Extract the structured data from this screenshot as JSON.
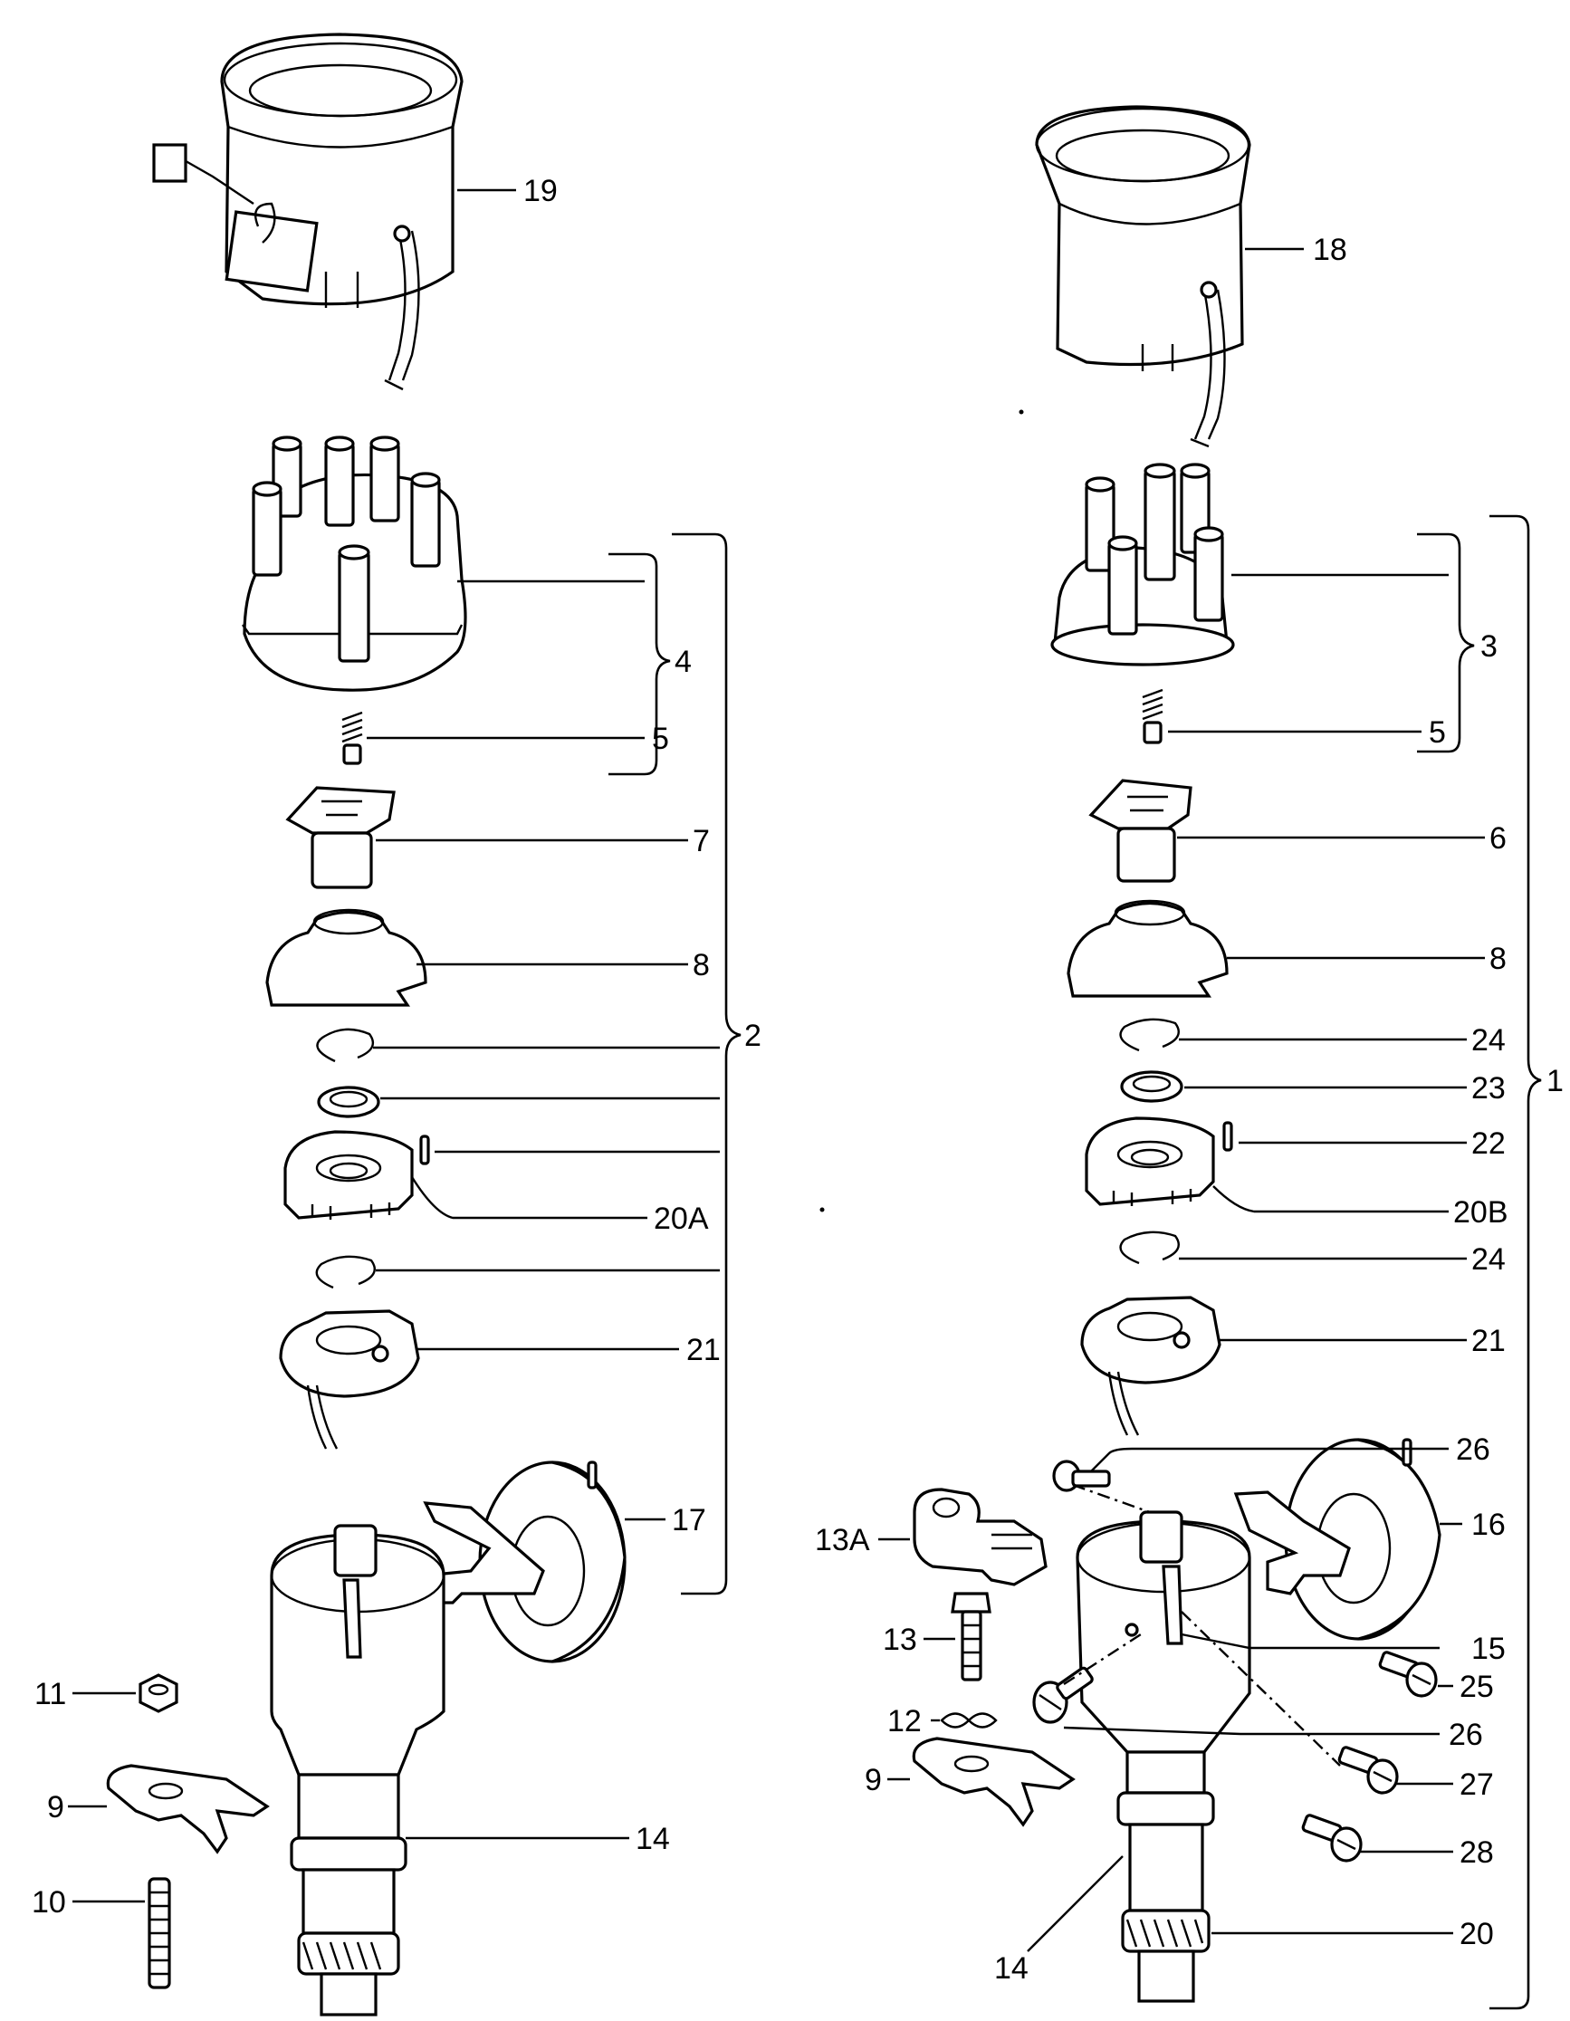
{
  "callouts": {
    "n19": "19",
    "n18": "18",
    "n4": "4",
    "n5a": "5",
    "n2": "2",
    "n7": "7",
    "n8a": "8",
    "n20a": "20A",
    "n21a": "21",
    "n17": "17",
    "n11": "11",
    "n9a": "9",
    "n10": "10",
    "n14a": "14",
    "n3": "3",
    "n5b": "5",
    "n1": "1",
    "n6": "6",
    "n8b": "8",
    "n24a": "24",
    "n23": "23",
    "n22": "22",
    "n20b": "20B",
    "n24b": "24",
    "n21b": "21",
    "n26a": "26",
    "n16": "16",
    "n13a": "13A",
    "n13": "13",
    "n15": "15",
    "n25": "25",
    "n12": "12",
    "n26b": "26",
    "n9b": "9",
    "n27": "27",
    "n28": "28",
    "n14b": "14",
    "n20": "20"
  }
}
